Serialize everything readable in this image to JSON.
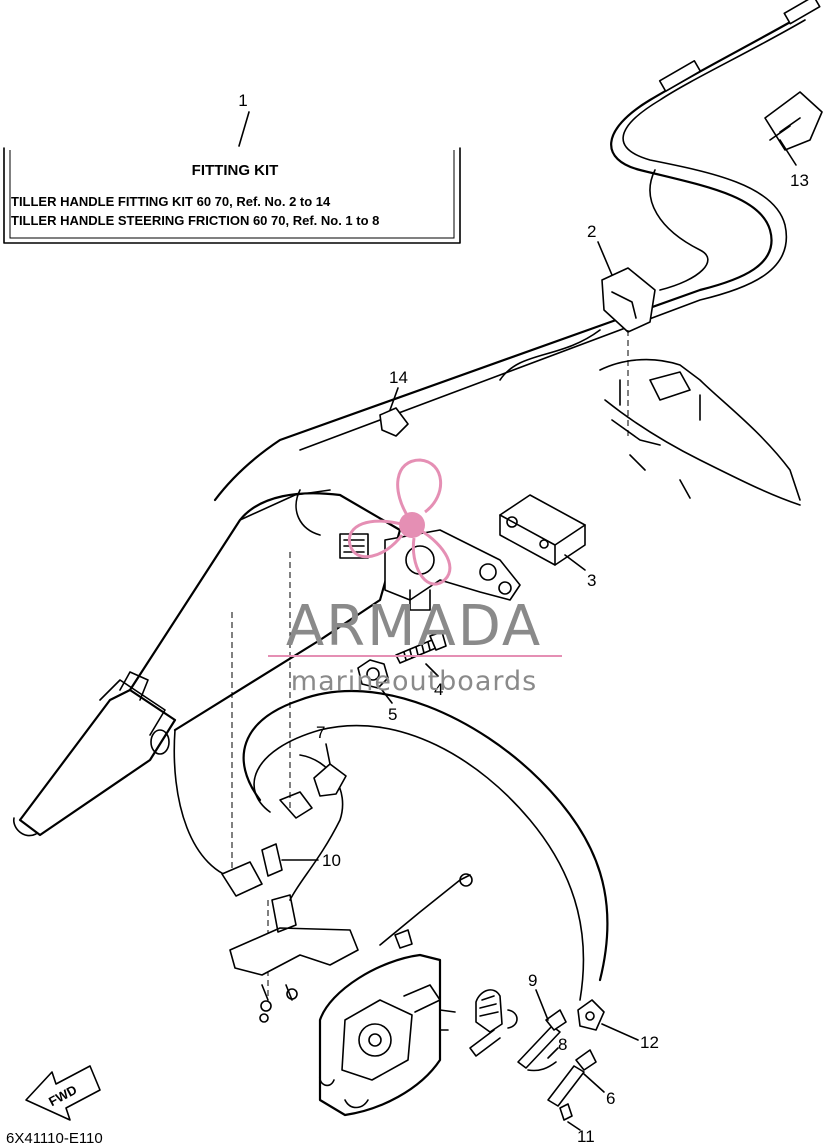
{
  "kit_box": {
    "number": "1",
    "title": "FITTING KIT",
    "line1": "TILLER HANDLE FITTING KIT 60 70,  Ref. No. 2 to 14",
    "line2": "TILLER HANDLE STEERING FRICTION 60 70,  Ref. No. 1 to 8"
  },
  "callouts": {
    "p2": "2",
    "p3": "3",
    "p4": "4",
    "p5": "5",
    "p6": "6",
    "p7": "7",
    "p8": "8",
    "p9": "9",
    "p10": "10",
    "p11": "11",
    "p12": "12",
    "p13": "13",
    "p14": "14"
  },
  "watermark": {
    "brand": "ARMADA",
    "tagline": "marineoutboards",
    "color_text": "#8a8a8a",
    "color_accent": "#e58fb4"
  },
  "fwd_arrow": {
    "label": "FWD",
    "icon": "fwd-arrow-icon"
  },
  "diagram_ref": "6X41110-E110"
}
